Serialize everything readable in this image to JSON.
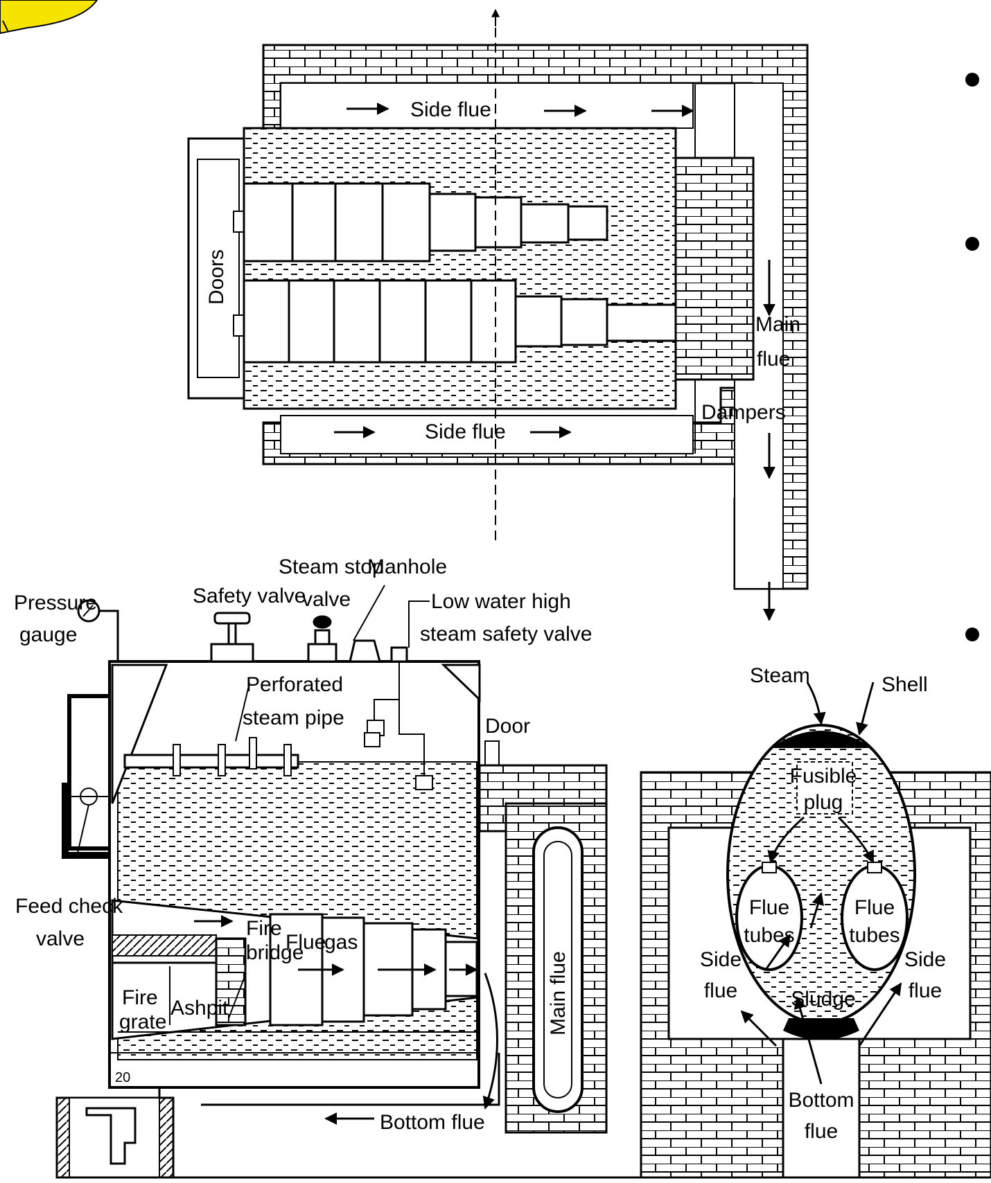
{
  "top_view": {
    "side_flue_top": "Side flue",
    "side_flue_bottom": "Side flue",
    "doors": "Doors",
    "main_flue": [
      "Main",
      "flue"
    ],
    "dampers": "Dampers"
  },
  "section_view": {
    "pressure_gauge": [
      "Pressure",
      "gauge"
    ],
    "safety_valve": "Safety valve",
    "steam_stop_valve": [
      "Steam stop",
      "valve"
    ],
    "manhole": "Manhole",
    "low_water_valve": [
      "Low water high",
      "steam safety valve"
    ],
    "perforated_pipe": [
      "Perforated",
      "steam pipe"
    ],
    "door": "Door",
    "feed_check_valve": [
      "Feed check",
      "valve"
    ],
    "fire_bridge": [
      "Fire",
      "bridge"
    ],
    "flue_gas": [
      "Flue",
      "gas"
    ],
    "fire_grate": [
      "Fire",
      "grate"
    ],
    "ashpit": "Ashpit",
    "main_flue": "Main flue",
    "bottom_flue": "Bottom flue",
    "scale_mark": "20"
  },
  "end_view": {
    "steam": "Steam",
    "shell": "Shell",
    "fusible_plug": [
      "Fusible",
      "plug"
    ],
    "flue_tubes_left": [
      "Flue",
      "tubes"
    ],
    "flue_tubes_right": [
      "Flue",
      "tubes"
    ],
    "side_flue_left": [
      "Side",
      "flue"
    ],
    "side_flue_right": [
      "Side",
      "flue"
    ],
    "sludge": "Sludge",
    "bottom_flue": [
      "Bottom",
      "flue"
    ]
  },
  "colors": {
    "ink": "#000000",
    "paper": "#ffffff",
    "corner_logo": "#f5e400"
  }
}
